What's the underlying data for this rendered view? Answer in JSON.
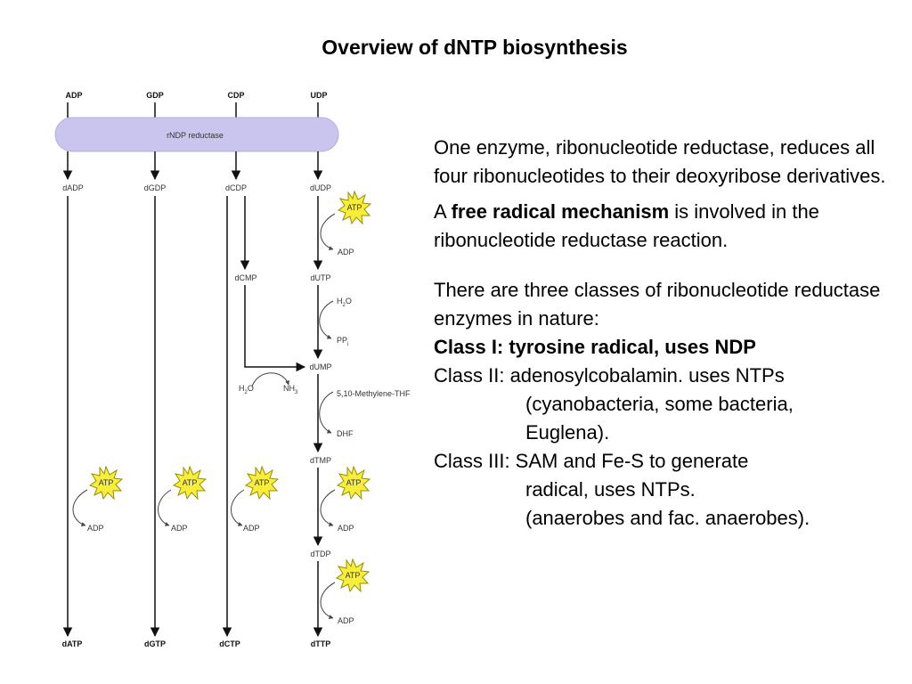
{
  "title": "Overview of dNTP biosynthesis",
  "diagram": {
    "ribonucleotides": [
      "ADP",
      "GDP",
      "CDP",
      "UDP"
    ],
    "enzyme": "rNDP reductase",
    "deoxy_diphosphates": [
      "dADP",
      "dGDP",
      "dCDP",
      "dUDP"
    ],
    "final_products": [
      "dATP",
      "dGTP",
      "dCTP",
      "dTTP"
    ],
    "intermediates": {
      "dcmp": "dCMP",
      "dutp": "dUTP",
      "dump": "dUMP",
      "dtmp": "dTMP",
      "dtdp": "dTDP"
    },
    "cofactors": {
      "atp": "ATP",
      "adp": "ADP",
      "h2o_base": "H",
      "h2o_sub": "2",
      "h2o_tail": "O",
      "ppi_base": "PP",
      "ppi_sub": "i",
      "nh3_base": "NH",
      "nh3_sub": "3",
      "methylene_thf": "5,10-Methylene-THF",
      "dhf": "DHF"
    }
  },
  "text": {
    "p1": "One enzyme, ribonucleotide reductase, reduces all four ribonucleotides to their deoxyribose derivatives.",
    "p2_prefix": "A ",
    "p2_bold": "free radical mechanism",
    "p2_suffix": " is involved in the ribonucleotide reductase reaction.",
    "p3": "There are three classes of ribonucleotide reductase enzymes in nature:",
    "class1": "Class I: tyrosine radical, uses NDP",
    "class2_line1": "Class II: adenosylcobalamin. uses NTPs",
    "class2_line2": "(cyanobacteria, some bacteria,",
    "class2_line3": "Euglena).",
    "class3_line1": "Class III: SAM and Fe-S to generate",
    "class3_line2": "radical, uses NTPs.",
    "class3_line3": "(anaerobes and fac. anaerobes)."
  }
}
